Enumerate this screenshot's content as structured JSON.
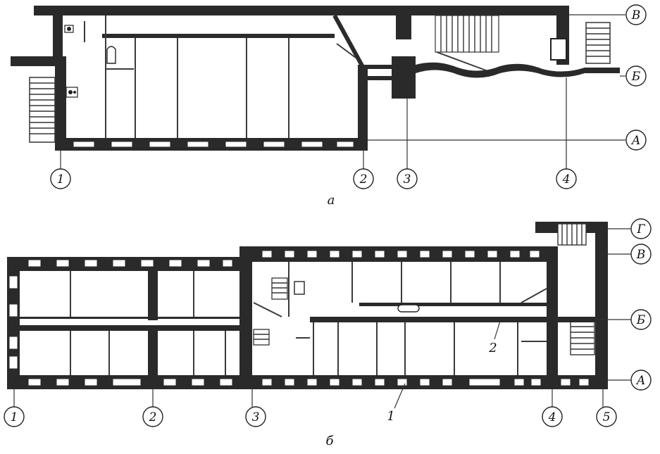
{
  "plan_a": {
    "caption": "а",
    "axes_vertical": [
      "1",
      "2",
      "3",
      "4"
    ],
    "axes_horizontal": [
      "В",
      "Б",
      "А"
    ]
  },
  "plan_b": {
    "caption": "б",
    "axes_vertical": [
      "1",
      "2",
      "3",
      "4",
      "5"
    ],
    "axes_horizontal": [
      "Г",
      "В",
      "Б",
      "А"
    ],
    "callouts": [
      "1",
      "2"
    ]
  }
}
